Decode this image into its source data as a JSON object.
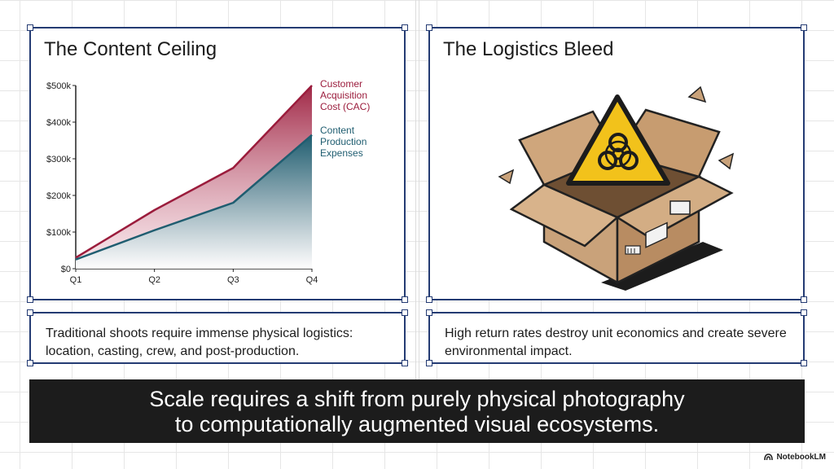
{
  "left_panel": {
    "title": "The Content Ceiling",
    "caption": "Traditional shoots require immense physical logistics: location, casting, crew, and post-production."
  },
  "right_panel": {
    "title": "The Logistics Bleed",
    "caption": "High return rates destroy unit economics and create severe environmental impact.",
    "illustration_icons": [
      "open-cardboard-box-icon",
      "biohazard-warning-icon"
    ]
  },
  "subtitle": {
    "line1": "Scale requires a shift from purely physical photography",
    "line2": "to computationally augmented visual ecosystems."
  },
  "watermark": "NotebookLM",
  "colors": {
    "frame": "#243b73",
    "cac_series": "#9b1c3c",
    "content_series": "#1f5d70",
    "subtitle_bg": "#1c1c1c",
    "warning_yellow": "#f2c21b",
    "cardboard": "#c9a27a"
  },
  "chart_data": {
    "type": "area",
    "categories": [
      "Q1",
      "Q2",
      "Q3",
      "Q4"
    ],
    "ylim": [
      0,
      500000
    ],
    "yticks": [
      0,
      100000,
      200000,
      300000,
      400000,
      500000
    ],
    "ytick_labels": [
      "$0",
      "$100k",
      "$200k",
      "$300k",
      "$400k",
      "$500k"
    ],
    "grid": false,
    "series": [
      {
        "name": "Customer Acquisition Cost (CAC)",
        "label_lines": [
          "Customer",
          "Acquisition",
          "Cost (CAC)"
        ],
        "values": [
          30000,
          160000,
          275000,
          500000
        ],
        "color": "#9b1c3c"
      },
      {
        "name": "Content Production Expenses",
        "label_lines": [
          "Content",
          "Production",
          "Expenses"
        ],
        "values": [
          25000,
          105000,
          180000,
          365000
        ],
        "color": "#1f5d70"
      }
    ]
  }
}
